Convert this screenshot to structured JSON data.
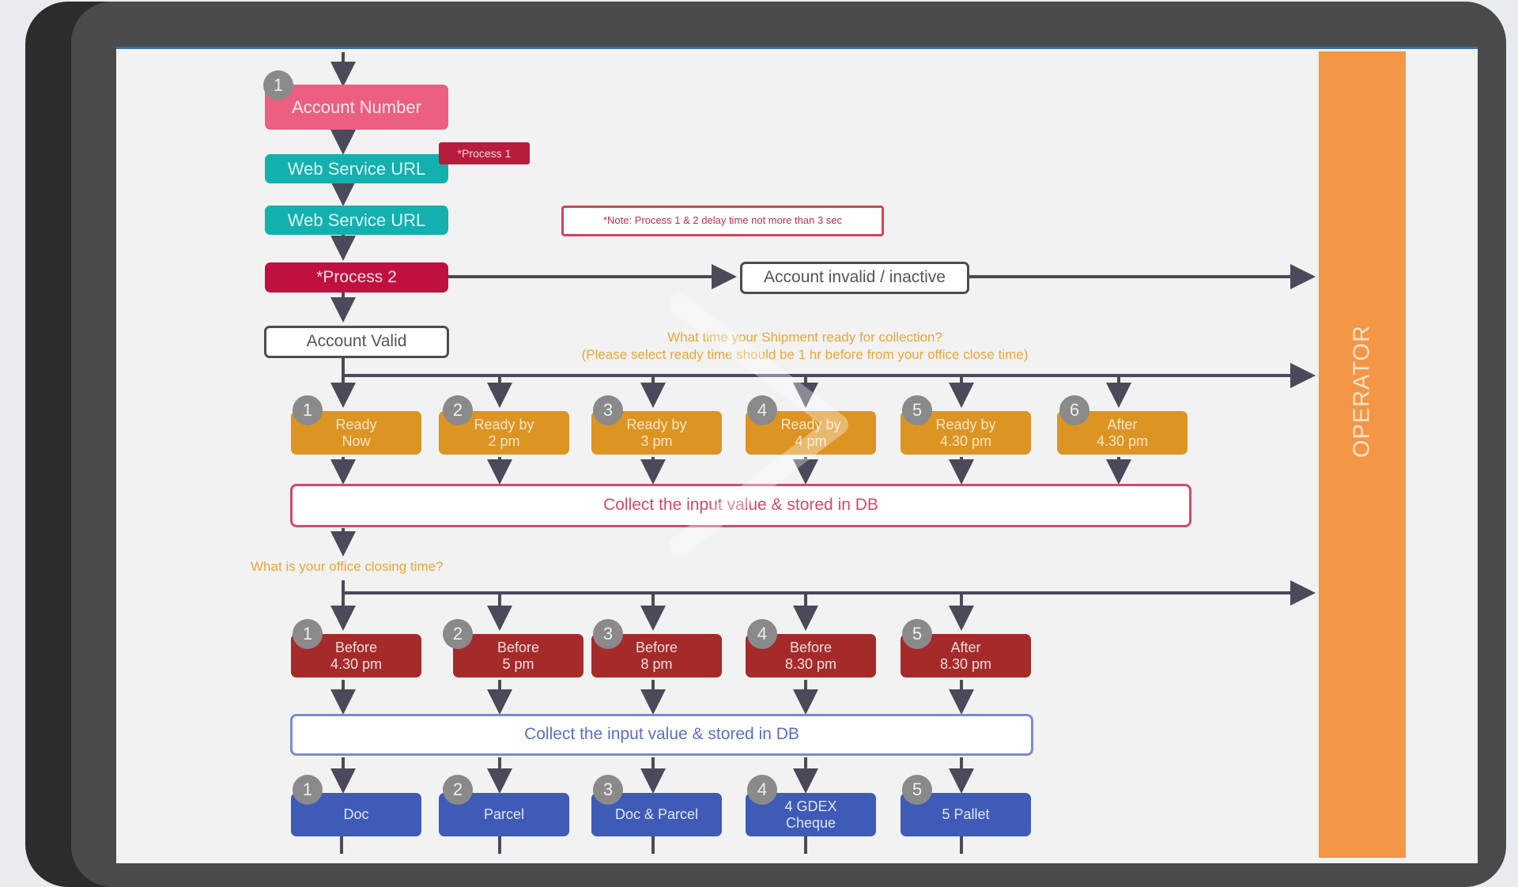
{
  "operator_label": "OPERATOR",
  "nodes": {
    "account_number": "Account Number",
    "web_service_1": "Web Service URL",
    "process_1_tag": "*Process 1",
    "web_service_2": "Web Service URL",
    "note": "*Note: Process 1 & 2 delay time not more than 3 sec",
    "process_2": "*Process 2",
    "account_invalid": "Account invalid / inactive",
    "account_valid": "Account Valid"
  },
  "question_ready": {
    "line1": "What time your Shipment ready for collection?",
    "line2": "(Please select ready time should be 1 hr before from your office close time)"
  },
  "ready_options": [
    {
      "num": "1",
      "line1": "Ready",
      "line2": "Now"
    },
    {
      "num": "2",
      "line1": "Ready by",
      "line2": "2 pm"
    },
    {
      "num": "3",
      "line1": "Ready by",
      "line2": "3 pm"
    },
    {
      "num": "4",
      "line1": "Ready by",
      "line2": "4 pm"
    },
    {
      "num": "5",
      "line1": "Ready by",
      "line2": "4.30 pm"
    },
    {
      "num": "6",
      "line1": "After",
      "line2": "4.30 pm"
    }
  ],
  "collect_1": "Collect the input value & stored in DB",
  "question_close": "What is your office closing time?",
  "close_options": [
    {
      "num": "1",
      "line1": "Before",
      "line2": "4.30 pm"
    },
    {
      "num": "2",
      "line1": "Before",
      "line2": "5 pm"
    },
    {
      "num": "3",
      "line1": "Before",
      "line2": "8 pm"
    },
    {
      "num": "4",
      "line1": "Before",
      "line2": "8.30 pm"
    },
    {
      "num": "5",
      "line1": "After",
      "line2": "8.30 pm"
    }
  ],
  "collect_2": "Collect the input value & stored in DB",
  "type_options": [
    {
      "num": "1",
      "line1": "Doc",
      "line2": ""
    },
    {
      "num": "2",
      "line1": "Parcel",
      "line2": ""
    },
    {
      "num": "3",
      "line1": "Doc & Parcel",
      "line2": ""
    },
    {
      "num": "4",
      "line1": "4 GDEX",
      "line2": "Cheque"
    },
    {
      "num": "5",
      "line1": "5 Pallet",
      "line2": ""
    }
  ],
  "badge_account": "1",
  "colors": {
    "operator": "#f39645",
    "ready": "#dc9423",
    "closing": "#a52a2a",
    "type": "#3f5bb8",
    "arrow": "#4a4a5a"
  }
}
